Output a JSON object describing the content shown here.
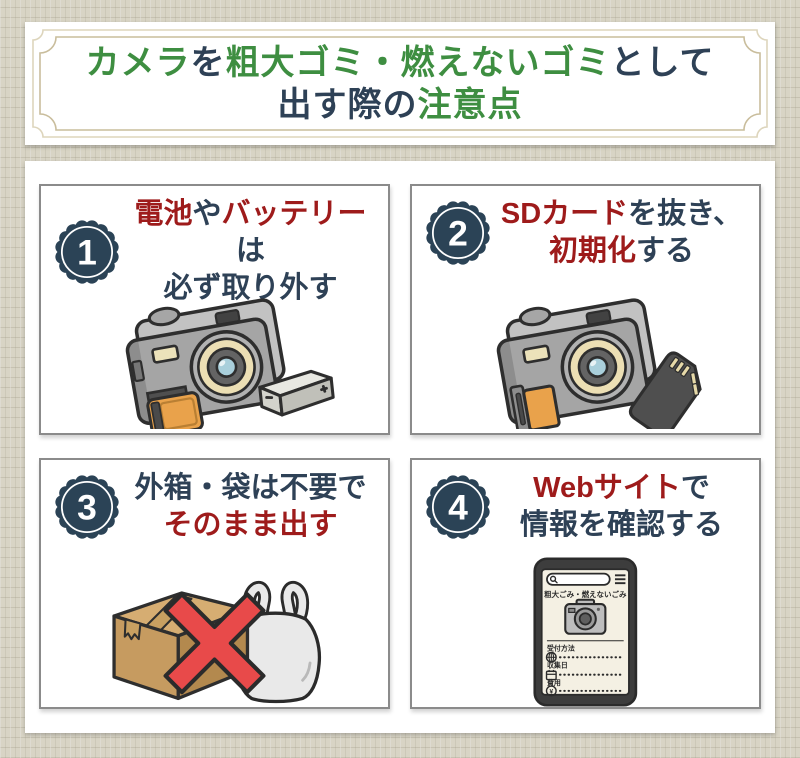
{
  "colors": {
    "page_background": "#d8d4c5",
    "panel_white": "#ffffff",
    "accent_green": "#3e8e41",
    "heading_navy": "#2e4156",
    "accent_red": "#9e1b1b",
    "badge_navy": "#2b4356",
    "card_border_gray": "#8b8b8b",
    "frame_tan": "#c9bd9c",
    "door_orange": "#e9a24b",
    "prohibition_red": "#e84a4a",
    "box_brown": "#c69b60",
    "lens_cream": "#ecdfb4"
  },
  "header": {
    "line1": [
      {
        "t": "カメラ",
        "c": "green"
      },
      {
        "t": "を",
        "c": "navy"
      },
      {
        "t": "粗大ゴミ・燃えないゴミ",
        "c": "green"
      },
      {
        "t": "として",
        "c": "navy"
      }
    ],
    "line2": [
      {
        "t": "出す際の",
        "c": "navy"
      },
      {
        "t": "注意点",
        "c": "green"
      }
    ]
  },
  "cards": [
    {
      "number": "1",
      "heading_line1": [
        {
          "t": "電池",
          "c": "red"
        },
        {
          "t": "や",
          "c": "navy"
        },
        {
          "t": "バッテリー",
          "c": "red"
        },
        {
          "t": "は",
          "c": "navy"
        }
      ],
      "heading_line2": [
        {
          "t": "必ず取り外す",
          "c": "navy"
        }
      ],
      "illustration": "camera with open orange battery door and removed battery"
    },
    {
      "number": "2",
      "heading_line1": [
        {
          "t": "SDカード",
          "c": "red"
        },
        {
          "t": "を抜き、",
          "c": "navy"
        }
      ],
      "heading_line2": [
        {
          "t": "初期化",
          "c": "red"
        },
        {
          "t": "する",
          "c": "navy"
        }
      ],
      "illustration": "camera with open card door and removed SD card"
    },
    {
      "number": "3",
      "heading_line1": [
        {
          "t": "外箱・袋は不要で",
          "c": "navy"
        }
      ],
      "heading_line2": [
        {
          "t": "そのまま出す",
          "c": "red"
        }
      ],
      "illustration": "cardboard box and plastic bag crossed out with red X"
    },
    {
      "number": "4",
      "heading_line1": [
        {
          "t": "Webサイト",
          "c": "red"
        },
        {
          "t": "で",
          "c": "navy"
        }
      ],
      "heading_line2": [
        {
          "t": "情報を確認する",
          "c": "navy"
        }
      ],
      "illustration": "smartphone showing garbage disposal info page",
      "phone": {
        "heading": "粗大ごみ・燃えないごみ",
        "rows": [
          {
            "icon": "globe-icon",
            "label": "受付方法"
          },
          {
            "icon": "calendar-icon",
            "label": "収集日"
          },
          {
            "icon": "yen-coin-icon",
            "label": "費用"
          }
        ]
      }
    }
  ],
  "icons": {
    "magnifier": "search-icon",
    "hamburger": "menu-icon",
    "globe": "globe-icon",
    "calendar": "calendar-icon",
    "yen_coin": "yen-coin-icon",
    "cross": "prohibition-cross-icon"
  }
}
